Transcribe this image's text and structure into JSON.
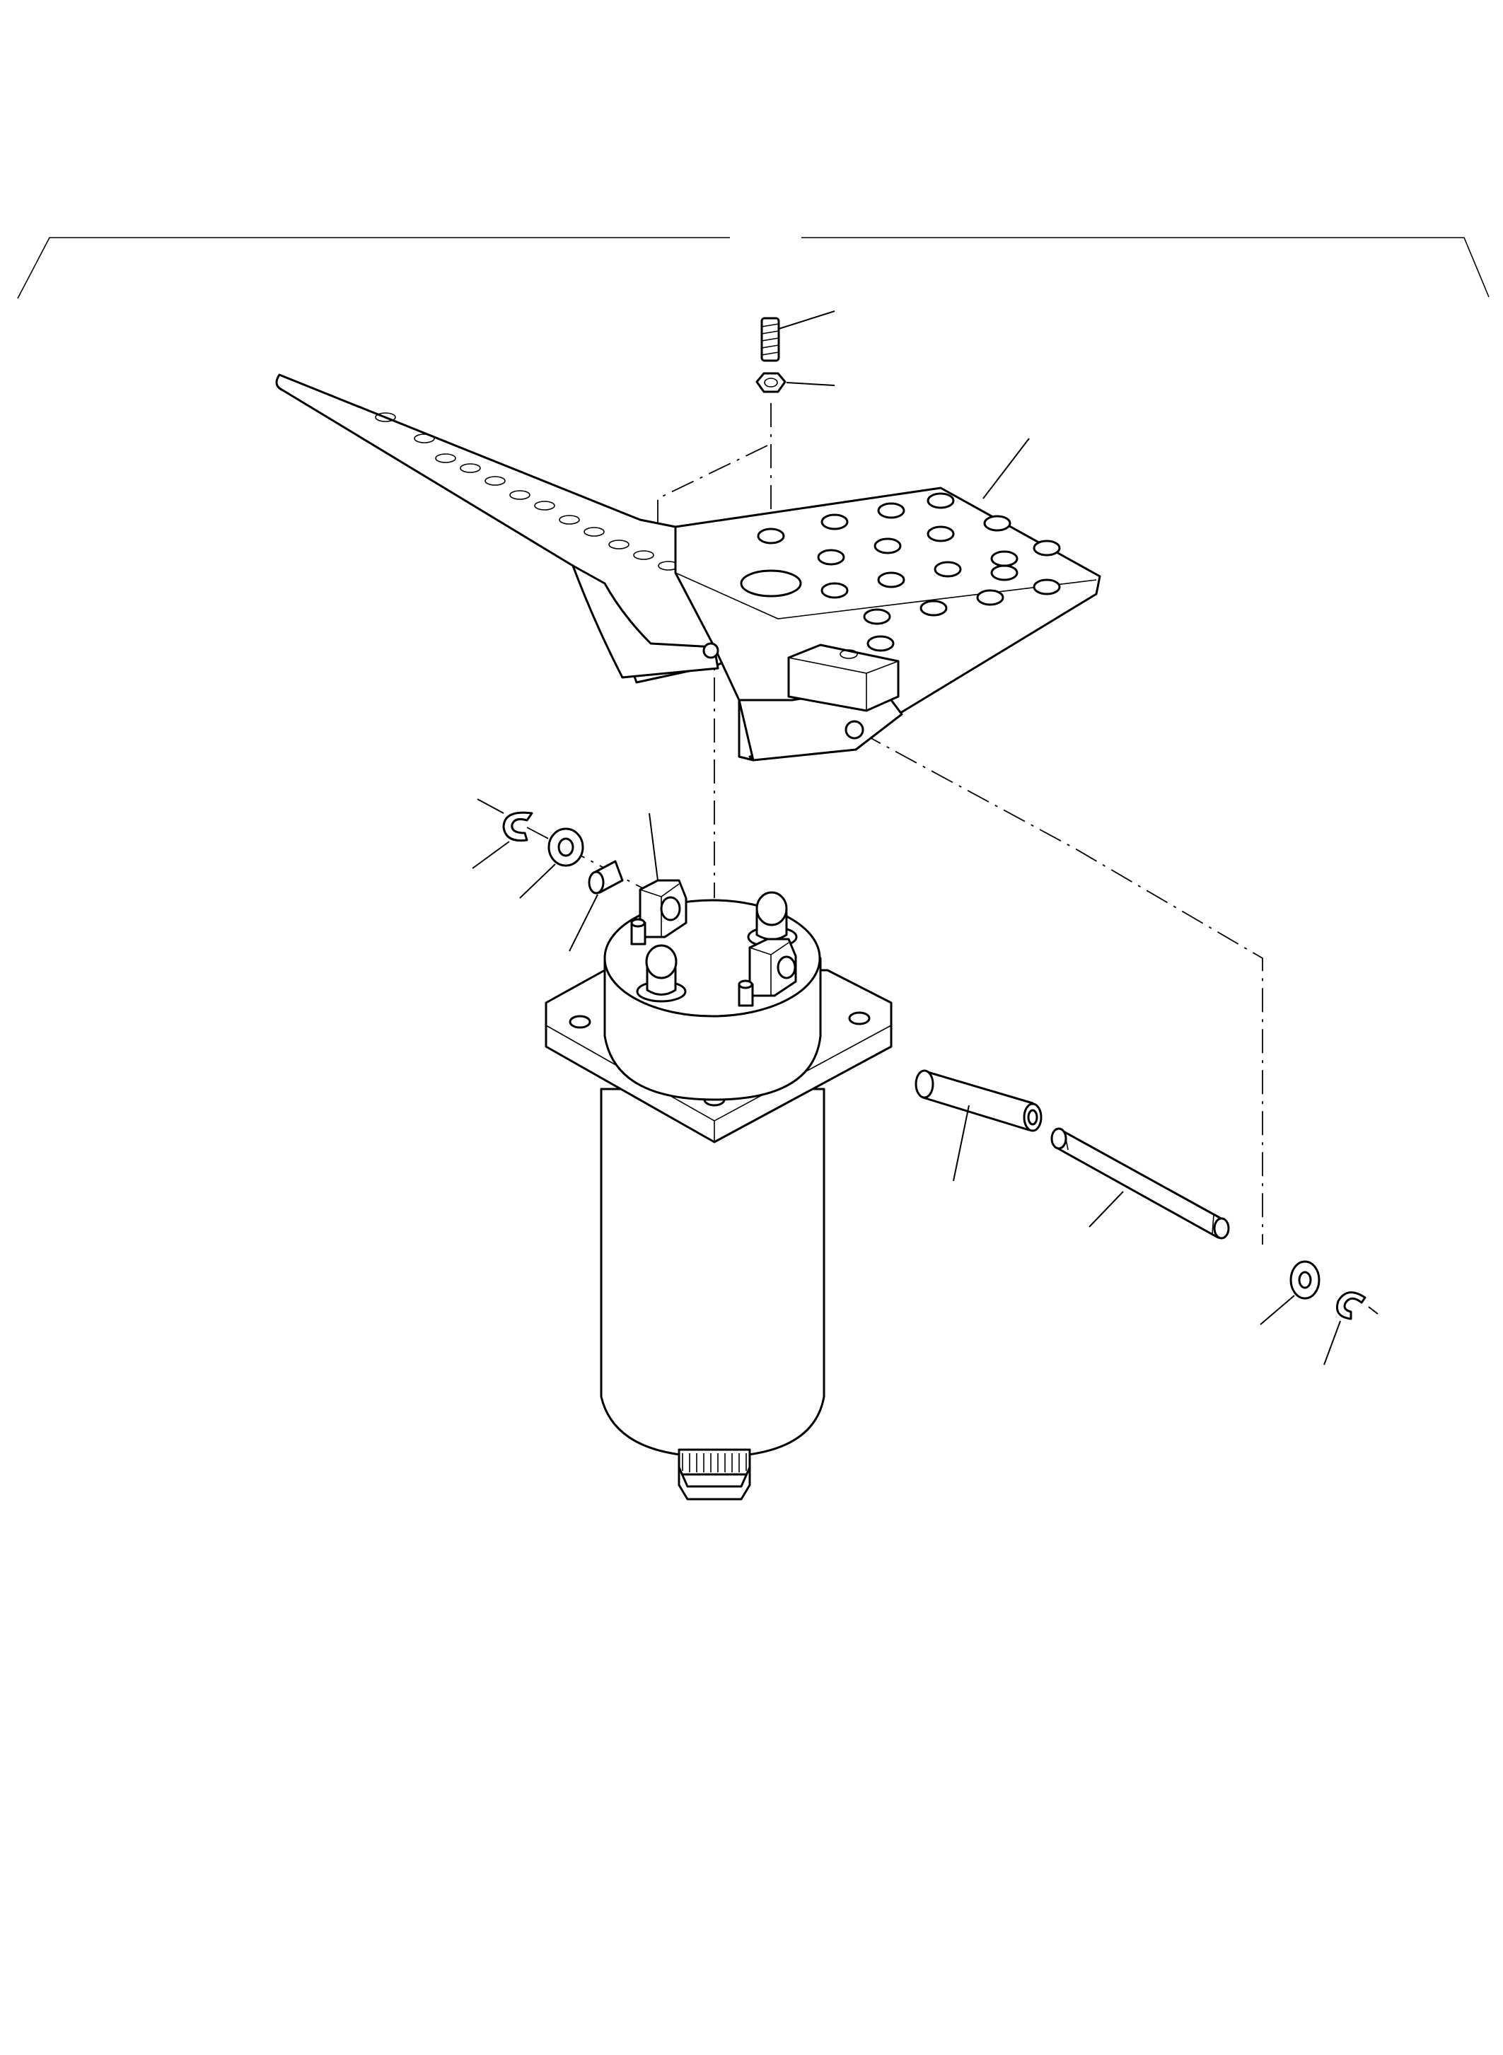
{
  "diagram": {
    "kind": "exploded parts view",
    "colors": {
      "line": "#000000",
      "background": "#ffffff"
    },
    "parts": [
      {
        "name": "set-screw"
      },
      {
        "name": "hex-nut"
      },
      {
        "name": "foot-pedal"
      },
      {
        "name": "retaining-clip"
      },
      {
        "name": "washer"
      },
      {
        "name": "bushing"
      },
      {
        "name": "clevis-bracket"
      },
      {
        "name": "actuator-cylinder"
      },
      {
        "name": "sleeve-tube"
      },
      {
        "name": "pivot-pin"
      }
    ]
  }
}
